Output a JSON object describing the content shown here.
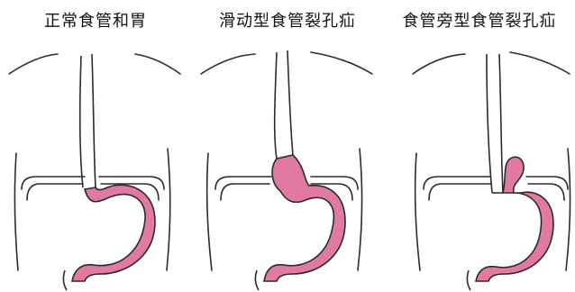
{
  "panels": [
    {
      "title": "正常食管和胃"
    },
    {
      "title": "滑动型食管裂孔疝"
    },
    {
      "title": "食管旁型食管裂孔疝"
    }
  ],
  "colors": {
    "stomach_fill": "#e07aa2",
    "stomach_light": "#f2aecb",
    "outline": "#2b2b2b",
    "background": "#ffffff"
  }
}
